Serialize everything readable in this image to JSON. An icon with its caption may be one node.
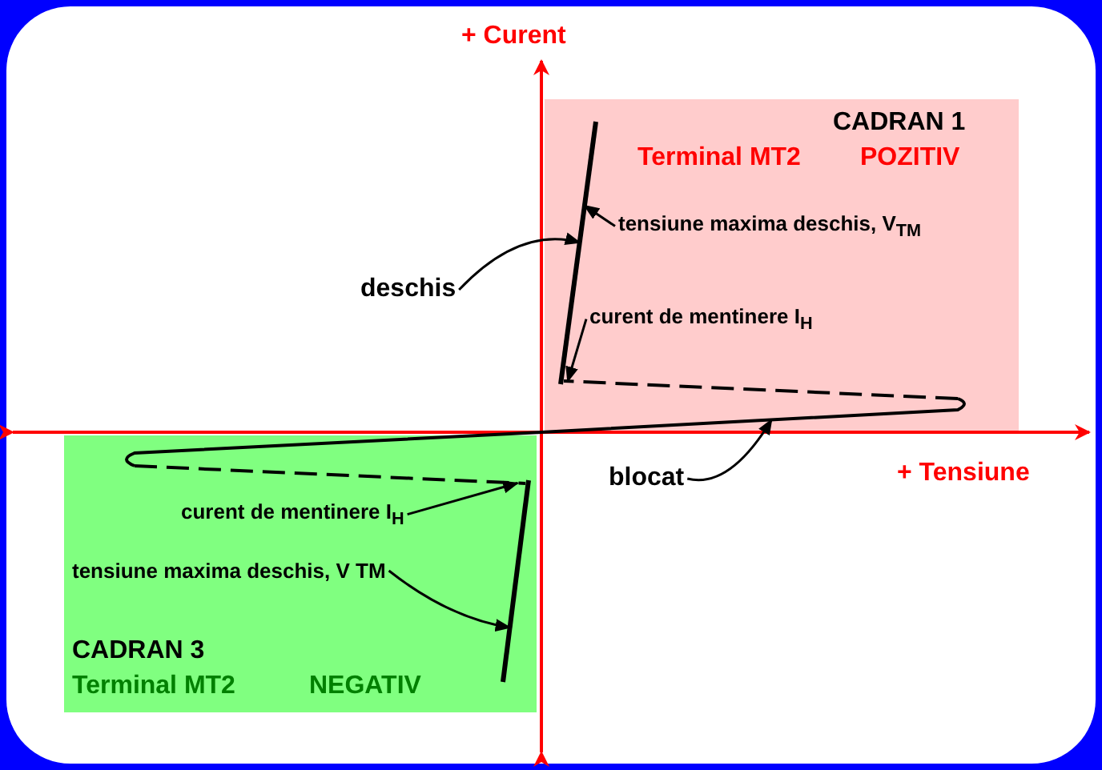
{
  "diagram": {
    "nodes": [
      {
        "text": [
          "CADRAN 1",
          "Terminal MT2",
          "POZITIV"
        ]
      },
      {
        "text": [
          "CADRAN 3",
          "Terminal MT2",
          "NEGATIV"
        ]
      },
      {
        "text": [
          "tensiune maxima deschis, V$_{TM}$"
        ],
        "in": 0
      },
      {
        "text": [
          "deschis"
        ]
      },
      {
        "text": [
          "curent de mentinere I$_{H}$"
        ],
        "in": 0
      },
      {
        "text": [
          "blocat"
        ]
      },
      {
        "text": [
          "curent de mentinere I$_{H}$"
        ],
        "in": 1
      },
      {
        "text": [
          "tensiune maxima deschis, V TM"
        ],
        "in": 1
      },
      {
        "text": [],
        "shape": "line",
        "in": 0
      },
      {
        "text": [],
        "shape": "line",
        "in": 0
      },
      {
        "text": [],
        "shape": "line",
        "in": 1
      },
      {
        "text": [],
        "shape": "line"
      }
    ],
    "edges": [
      {
        "from": 2,
        "to": 8,
        "arrow": "to"
      },
      {
        "from": 3,
        "to": 8,
        "arrow": "to"
      },
      {
        "from": 4,
        "to": 9,
        "arrow": "to"
      },
      {
        "from": 5,
        "to": 9,
        "arrow": "to"
      },
      {
        "from": 6,
        "to": 11,
        "arrow": "to"
      },
      {
        "from": 7,
        "to": 10,
        "arrow": "to"
      }
    ],
    "labels": [
      "+ Curent",
      "+ Tensiune"
    ]
  }
}
